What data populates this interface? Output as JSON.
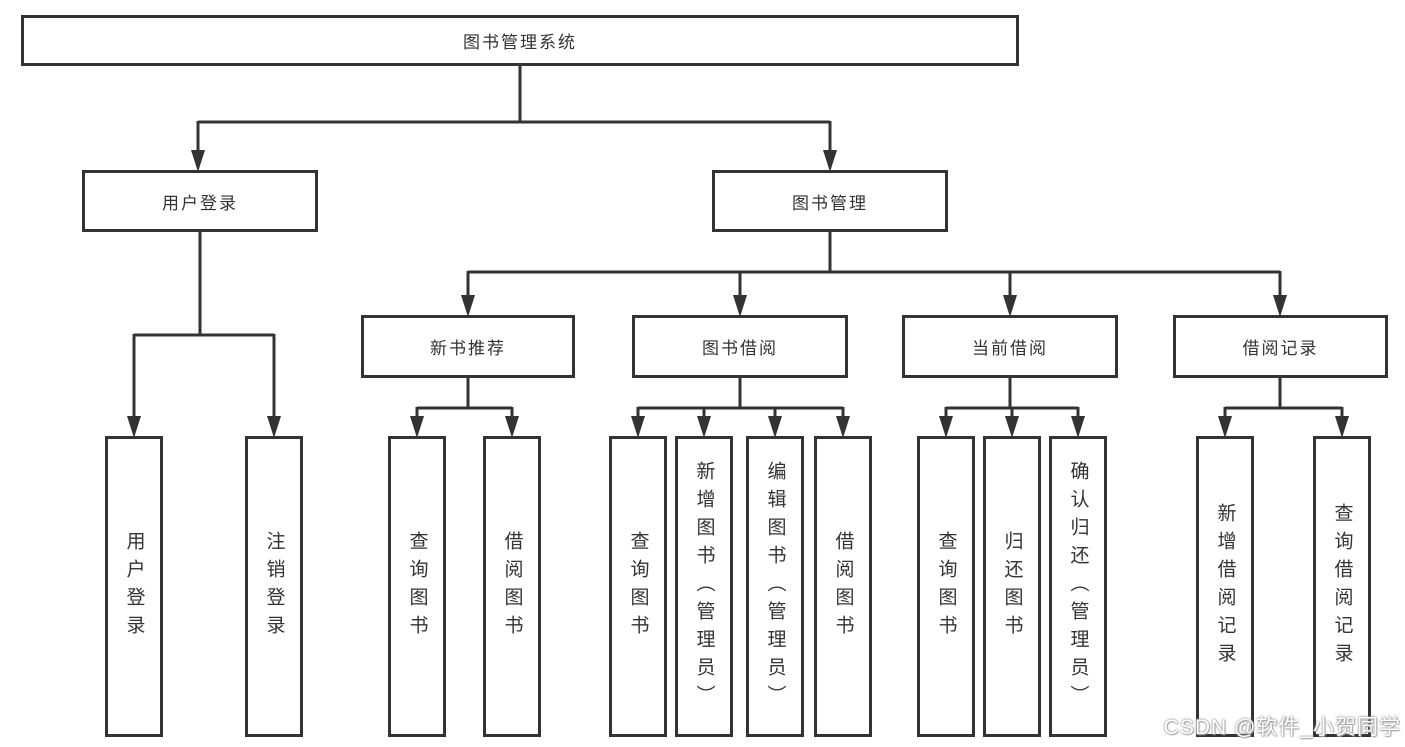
{
  "colors": {
    "line": "#333333",
    "text": "#333333",
    "box_background": "#ffffff",
    "watermark": "#cccccc"
  },
  "watermark": {
    "text": "CSDN @软件_小贺同学"
  },
  "tree": {
    "label": "图书管理系统",
    "children": [
      {
        "label": "用户登录",
        "children": [
          {
            "label": "用户登录"
          },
          {
            "label": "注销登录"
          }
        ]
      },
      {
        "label": "图书管理",
        "children": [
          {
            "label": "新书推荐",
            "children": [
              {
                "label": "查询图书"
              },
              {
                "label": "借阅图书"
              }
            ]
          },
          {
            "label": "图书借阅",
            "children": [
              {
                "label": "查询图书"
              },
              {
                "label": "新增图书（管理员）"
              },
              {
                "label": "编辑图书（管理员）"
              },
              {
                "label": "借阅图书"
              }
            ]
          },
          {
            "label": "当前借阅",
            "children": [
              {
                "label": "查询图书"
              },
              {
                "label": "归还图书"
              },
              {
                "label": "确认归还（管理员）"
              }
            ]
          },
          {
            "label": "借阅记录",
            "children": [
              {
                "label": "新增借阅记录"
              },
              {
                "label": "查询借阅记录"
              }
            ]
          }
        ]
      }
    ]
  }
}
